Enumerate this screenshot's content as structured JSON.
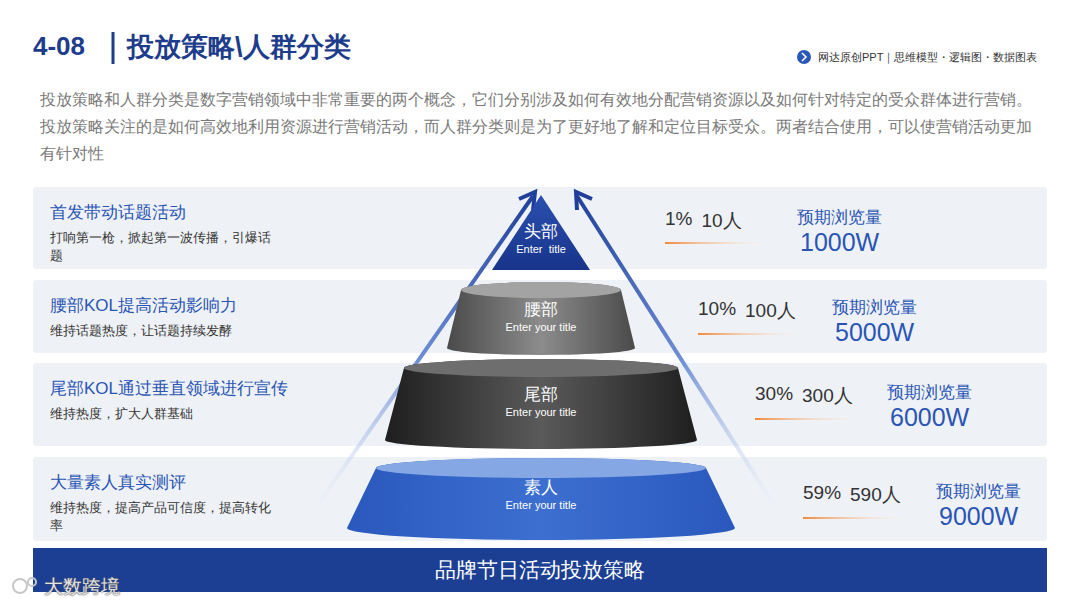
{
  "diagram": {
    "title": "投放策略\\人群分类",
    "nodes": [
      {
        "text": [
          "首发带动话题活动",
          "打响第一枪，掀起第一波传播，引爆话题"
        ]
      },
      {
        "text": [
          "头部",
          "Enter  title"
        ]
      },
      {
        "text": [
          "腰部KOL提高活动影响力",
          "维持话题热度，让话题持续发酵"
        ]
      },
      {
        "text": [
          "腰部",
          "Enter your title"
        ]
      },
      {
        "text": [
          "尾部KOL通过垂直领域进行宣传",
          "维持热度，扩大人群基础"
        ]
      },
      {
        "text": [
          "尾部",
          "Enter your title"
        ]
      },
      {
        "text": [
          "大量素人真实测评",
          "维持热度，提高产品可信度，提高转化率"
        ]
      },
      {
        "text": [
          "素人",
          "Enter your title"
        ]
      },
      {
        "text": [
          "品牌节日活动投放策略"
        ]
      }
    ],
    "labels": [
      "4-08",
      "网达原创PPT｜思维模型・逻辑图・数据图表",
      "投放策略和人群分类是数字营销领域中非常重要的两个概念，它们分别涉及如何有效地分配营销资源以及如何针对特定的受众群体进行营销。投放策略关注的是如何高效地利用资源进行营销活动，而人群分类则是为了更好地了解和定位目标受众。两者结合使用，可以使营销活动更加有针对性",
      "1%",
      "10人",
      "预期浏览量",
      "1000W",
      "10%",
      "100人",
      "预期浏览量",
      "5000W",
      "30%",
      "300人",
      "预期浏览量",
      "6000W",
      "59%",
      "590人",
      "预期浏览量",
      "9000W",
      "大数跨境"
    ]
  }
}
